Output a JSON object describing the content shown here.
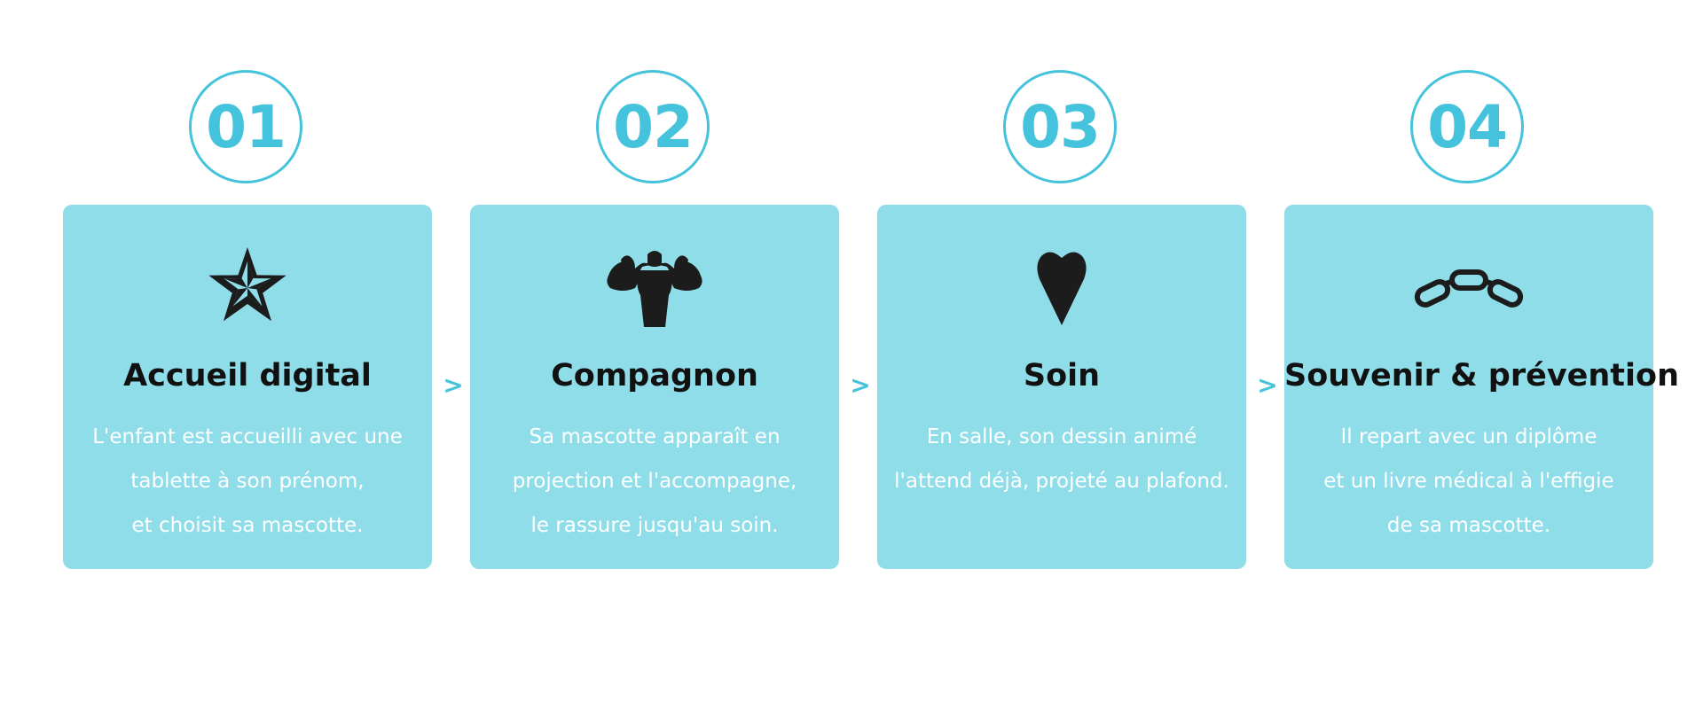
{
  "colors": {
    "accent": "#46c3dc",
    "card": "#8edde9",
    "title": "#111111",
    "text": "#ffffff"
  },
  "separator": ">",
  "steps": [
    {
      "number": "01",
      "icon": "star-icon",
      "title": "Accueil digital",
      "lines": [
        "L'enfant est accueilli avec une",
        "tablette à son prénom,",
        "et choisit sa mascotte."
      ]
    },
    {
      "number": "02",
      "icon": "muscle-torso-icon",
      "title": "Compagnon",
      "lines": [
        "Sa mascotte apparaît en",
        "projection et l'accompagne,",
        "le rassure jusqu'au soin."
      ]
    },
    {
      "number": "03",
      "icon": "heart-icon",
      "title": "Soin",
      "lines": [
        "En salle, son dessin animé",
        "l'attend déjà, projeté au plafond."
      ]
    },
    {
      "number": "04",
      "icon": "chain-icon",
      "title": "Souvenir & prévention",
      "lines": [
        "Il repart avec un diplôme",
        "et un livre médical à l'effigie",
        "de sa mascotte."
      ]
    }
  ]
}
